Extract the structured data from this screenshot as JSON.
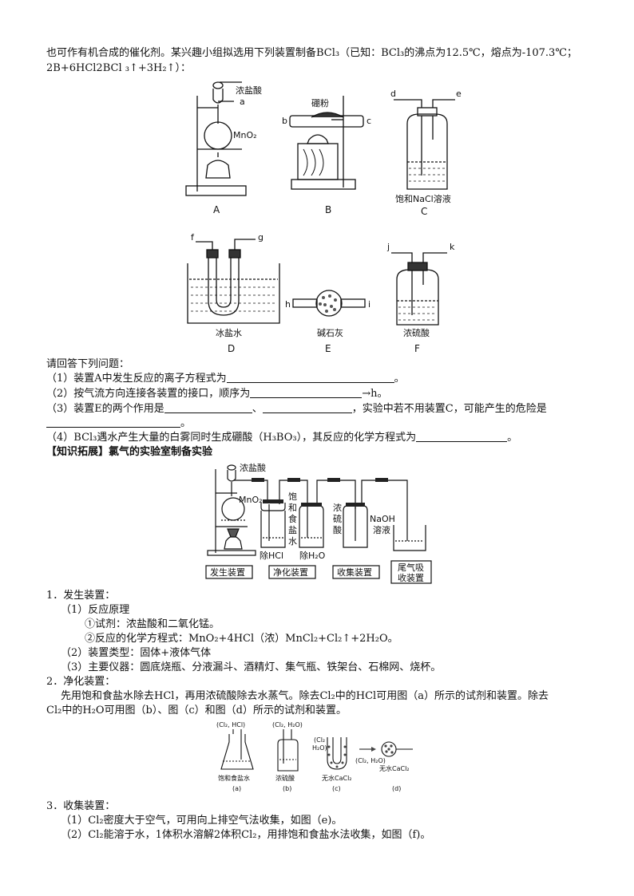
{
  "intro": {
    "line1": "也可作有机合成的催化剂。某兴趣小组拟选用下列装置制备BCl₃（已知：BCl₃的沸点为12.5℃，熔点为-107.3℃；",
    "line2": "2B+6HCl2BCl ₃↑+3H₂↑）："
  },
  "apparatus": {
    "A": {
      "letter": "A",
      "acid": "浓盐酸",
      "port_a": "a",
      "reagent": "MnO₂"
    },
    "B": {
      "letter": "B",
      "reagent": "硼粉",
      "port_b": "b",
      "port_c": "c"
    },
    "C": {
      "letter": "C",
      "port_d": "d",
      "port_e": "e",
      "liquid": "饱和NaCl溶液"
    },
    "D": {
      "letter": "D",
      "port_f": "f",
      "port_g": "g",
      "liquid": "冰盐水"
    },
    "E": {
      "letter": "E",
      "port_h": "h",
      "port_i": "i",
      "reagent": "碱石灰"
    },
    "F": {
      "letter": "F",
      "port_j": "j",
      "port_k": "k",
      "liquid": "浓硫酸"
    }
  },
  "questions": {
    "intro": "请回答下列问题：",
    "q1_a": "（1）装置A中发生反应的离子方程式为",
    "q1_b": "。",
    "q2_a": "（2）按气流方向连接各装置的接口，顺序为",
    "q2_b": "→h。",
    "q3_a": "（3）装置E的两个作用是",
    "q3_sep": "、",
    "q3_b": "，实验中若不用装置C，可能产生的危险是",
    "q3_end": "。",
    "q4_a": "（4）BCl₃遇水产生大量的白雾同时生成硼酸（H₃BO₃），其反应的化学方程式为",
    "q4_b": "。"
  },
  "extension": {
    "heading": "【知识拓展】氯气的实验室制备实验",
    "diagram": {
      "acid": "浓盐酸",
      "mno2": "MnO₂",
      "sat_chars": [
        "饱",
        "和",
        "食",
        "盐",
        "水"
      ],
      "acid2_chars": [
        "浓",
        "硫",
        "酸"
      ],
      "naoh": "NaOH",
      "naoh2": "溶液",
      "remove_hcl": "除HCl",
      "remove_h2o": "除H₂O",
      "box_gen": "发生装置",
      "box_purify": "净化装置",
      "box_collect": "收集装置",
      "box_tail_1": "尾气吸",
      "box_tail_2": "收装置"
    }
  },
  "section1": {
    "title": "1．发生装置：",
    "p1": "（1）反应原理",
    "p1a": "①试剂：浓盐酸和二氧化锰。",
    "p1b": "②反应的化学方程式：MnO₂+4HCl（浓）MnCl₂+Cl₂↑+2H₂O。",
    "p2": "（2）装置类型：固体+液体气体",
    "p3": "（3）主要仪器：圆底烧瓶、分液漏斗、酒精灯、集气瓶、铁架台、石棉网、烧杯。"
  },
  "section2": {
    "title": "2．净化装置：",
    "line1": "先用饱和食盐水除去HCl，再用浓硫酸除去水蒸气。除去Cl₂中的HCl可用图（a）所示的试剂和装置。除去",
    "line2": "Cl₂中的H₂O可用图（b）、图（c）和图（d）所示的试剂和装置。",
    "fig": {
      "a_gas": "(Cl₂, HCl)",
      "a_liq": "饱和食盐水",
      "a_lab": "(a)",
      "b_gas": "(Cl₂, H₂O)",
      "b_liq": "浓硫酸",
      "b_lab": "(b)",
      "c_gas1": "(Cl₂",
      "c_gas2": "H₂O)",
      "c_liq": "无水CaCl₂",
      "c_lab": "(c)",
      "d_gas": "(Cl₂, H₂O)",
      "d_liq": "无水CaCl₂",
      "d_lab": "(d)"
    }
  },
  "section3": {
    "title": "3．收集装置：",
    "p1": "（1）Cl₂密度大于空气，可用向上排空气法收集，如图（e)。",
    "p2": "（2）Cl₂能溶于水，1体积水溶解2体积Cl₂，用排饱和食盐水法收集，如图（f)。"
  }
}
